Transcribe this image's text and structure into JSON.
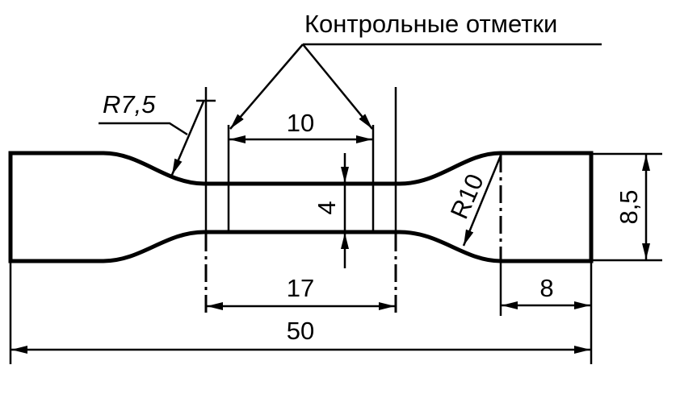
{
  "labels": {
    "control_marks": "Контрольные отметки",
    "radius_small": "R7,5",
    "radius_large": "R10",
    "gauge_length": "10",
    "width_narrow": "4",
    "narrow_length": "17",
    "grip_length": "8",
    "grip_width": "8,5",
    "total_length": "50"
  },
  "colors": {
    "line": "#000000",
    "background": "#ffffff"
  }
}
